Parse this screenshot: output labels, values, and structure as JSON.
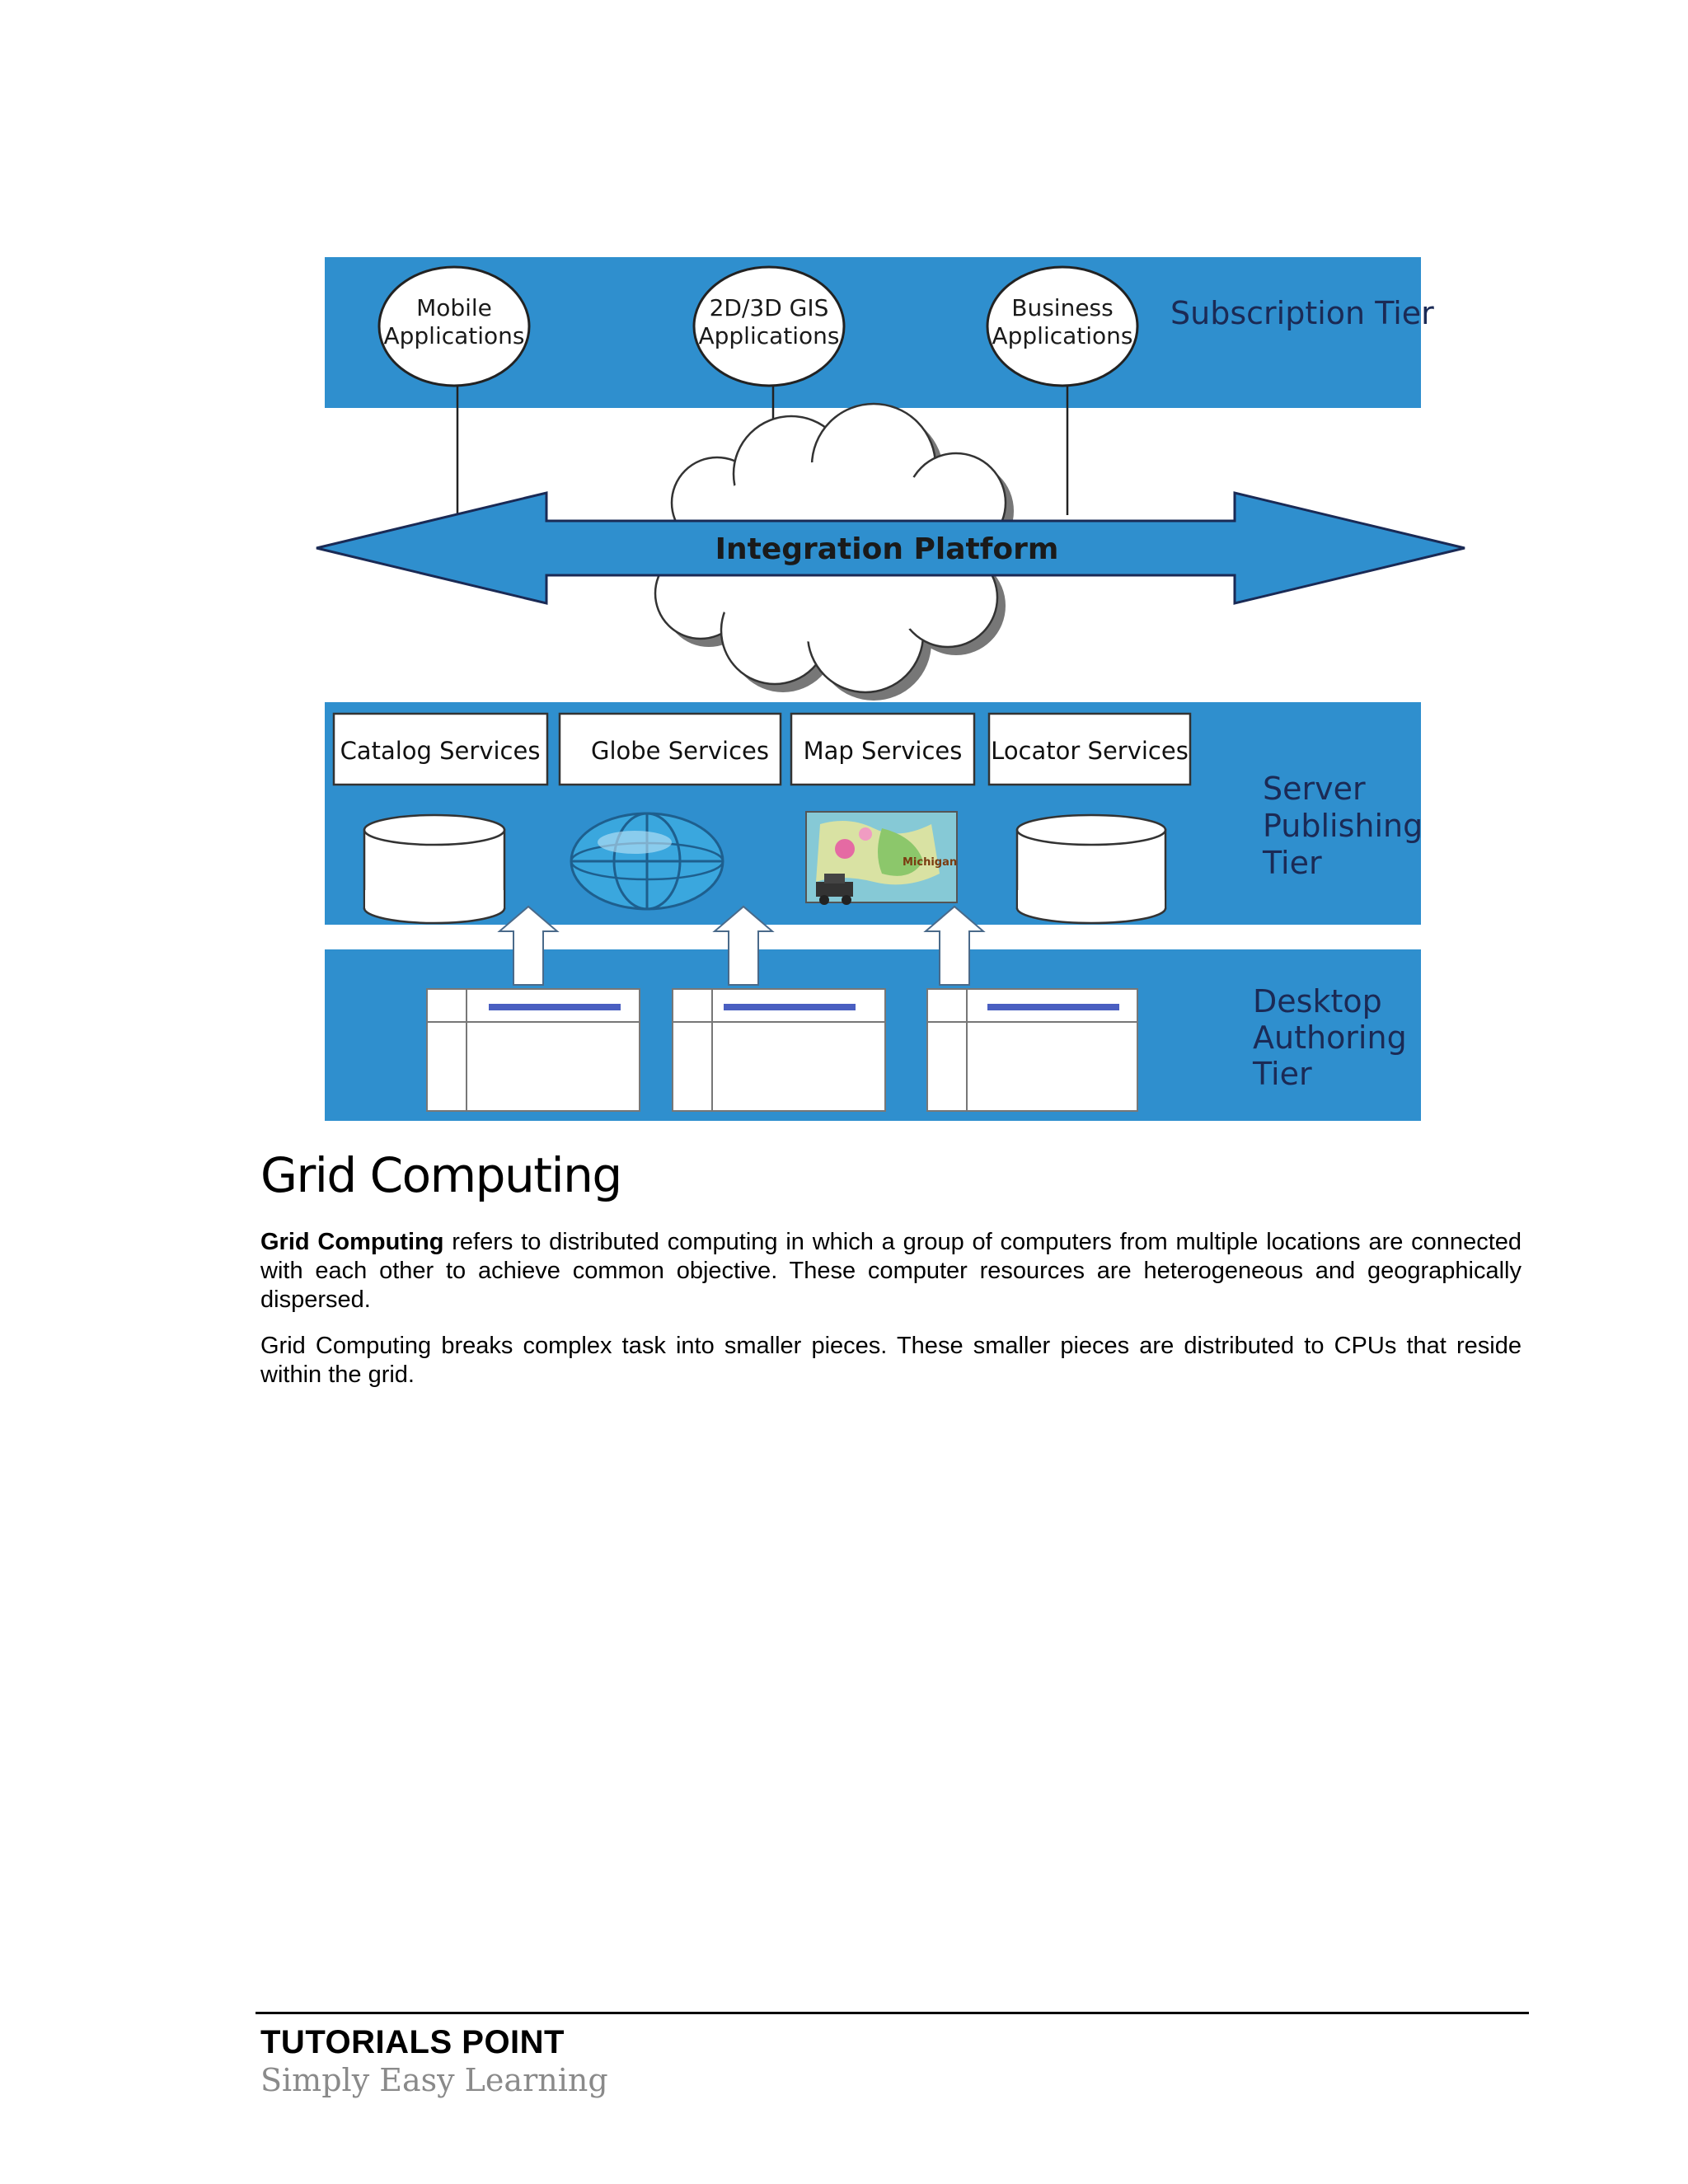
{
  "diagram": {
    "bubbles": [
      {
        "line1": "Mobile",
        "line2": "Applications"
      },
      {
        "line1": "2D/3D GIS",
        "line2": "Applications"
      },
      {
        "line1": "Business",
        "line2": "Applications"
      }
    ],
    "subscription_tier": "Subscription Tier",
    "integration_platform": "Integration Platform",
    "services": [
      "Catalog Services",
      "Globe Services",
      "Map Services",
      "Locator Services"
    ],
    "map_label": "Michigan",
    "server_tier": [
      "Server",
      "Publishing",
      "Tier"
    ],
    "desktop_tier": [
      "Desktop",
      "Authoring",
      "Tier"
    ],
    "colors": {
      "tier_blue": "#2f8fce",
      "bar_blue": "#4a5fc1"
    }
  },
  "section": {
    "heading": "Grid Computing",
    "p1_bold": "Grid Computing",
    "p1_rest": " refers to distributed computing in which a group of computers from multiple locations are connected with each other to achieve common objective. These computer resources are heterogeneous and geographically dispersed.",
    "p2": "Grid Computing breaks complex task into smaller pieces. These smaller pieces are distributed to CPUs that reside within the grid."
  },
  "footer": {
    "brand": "TUTORIALS POINT",
    "tagline": "Simply Easy Learning"
  }
}
